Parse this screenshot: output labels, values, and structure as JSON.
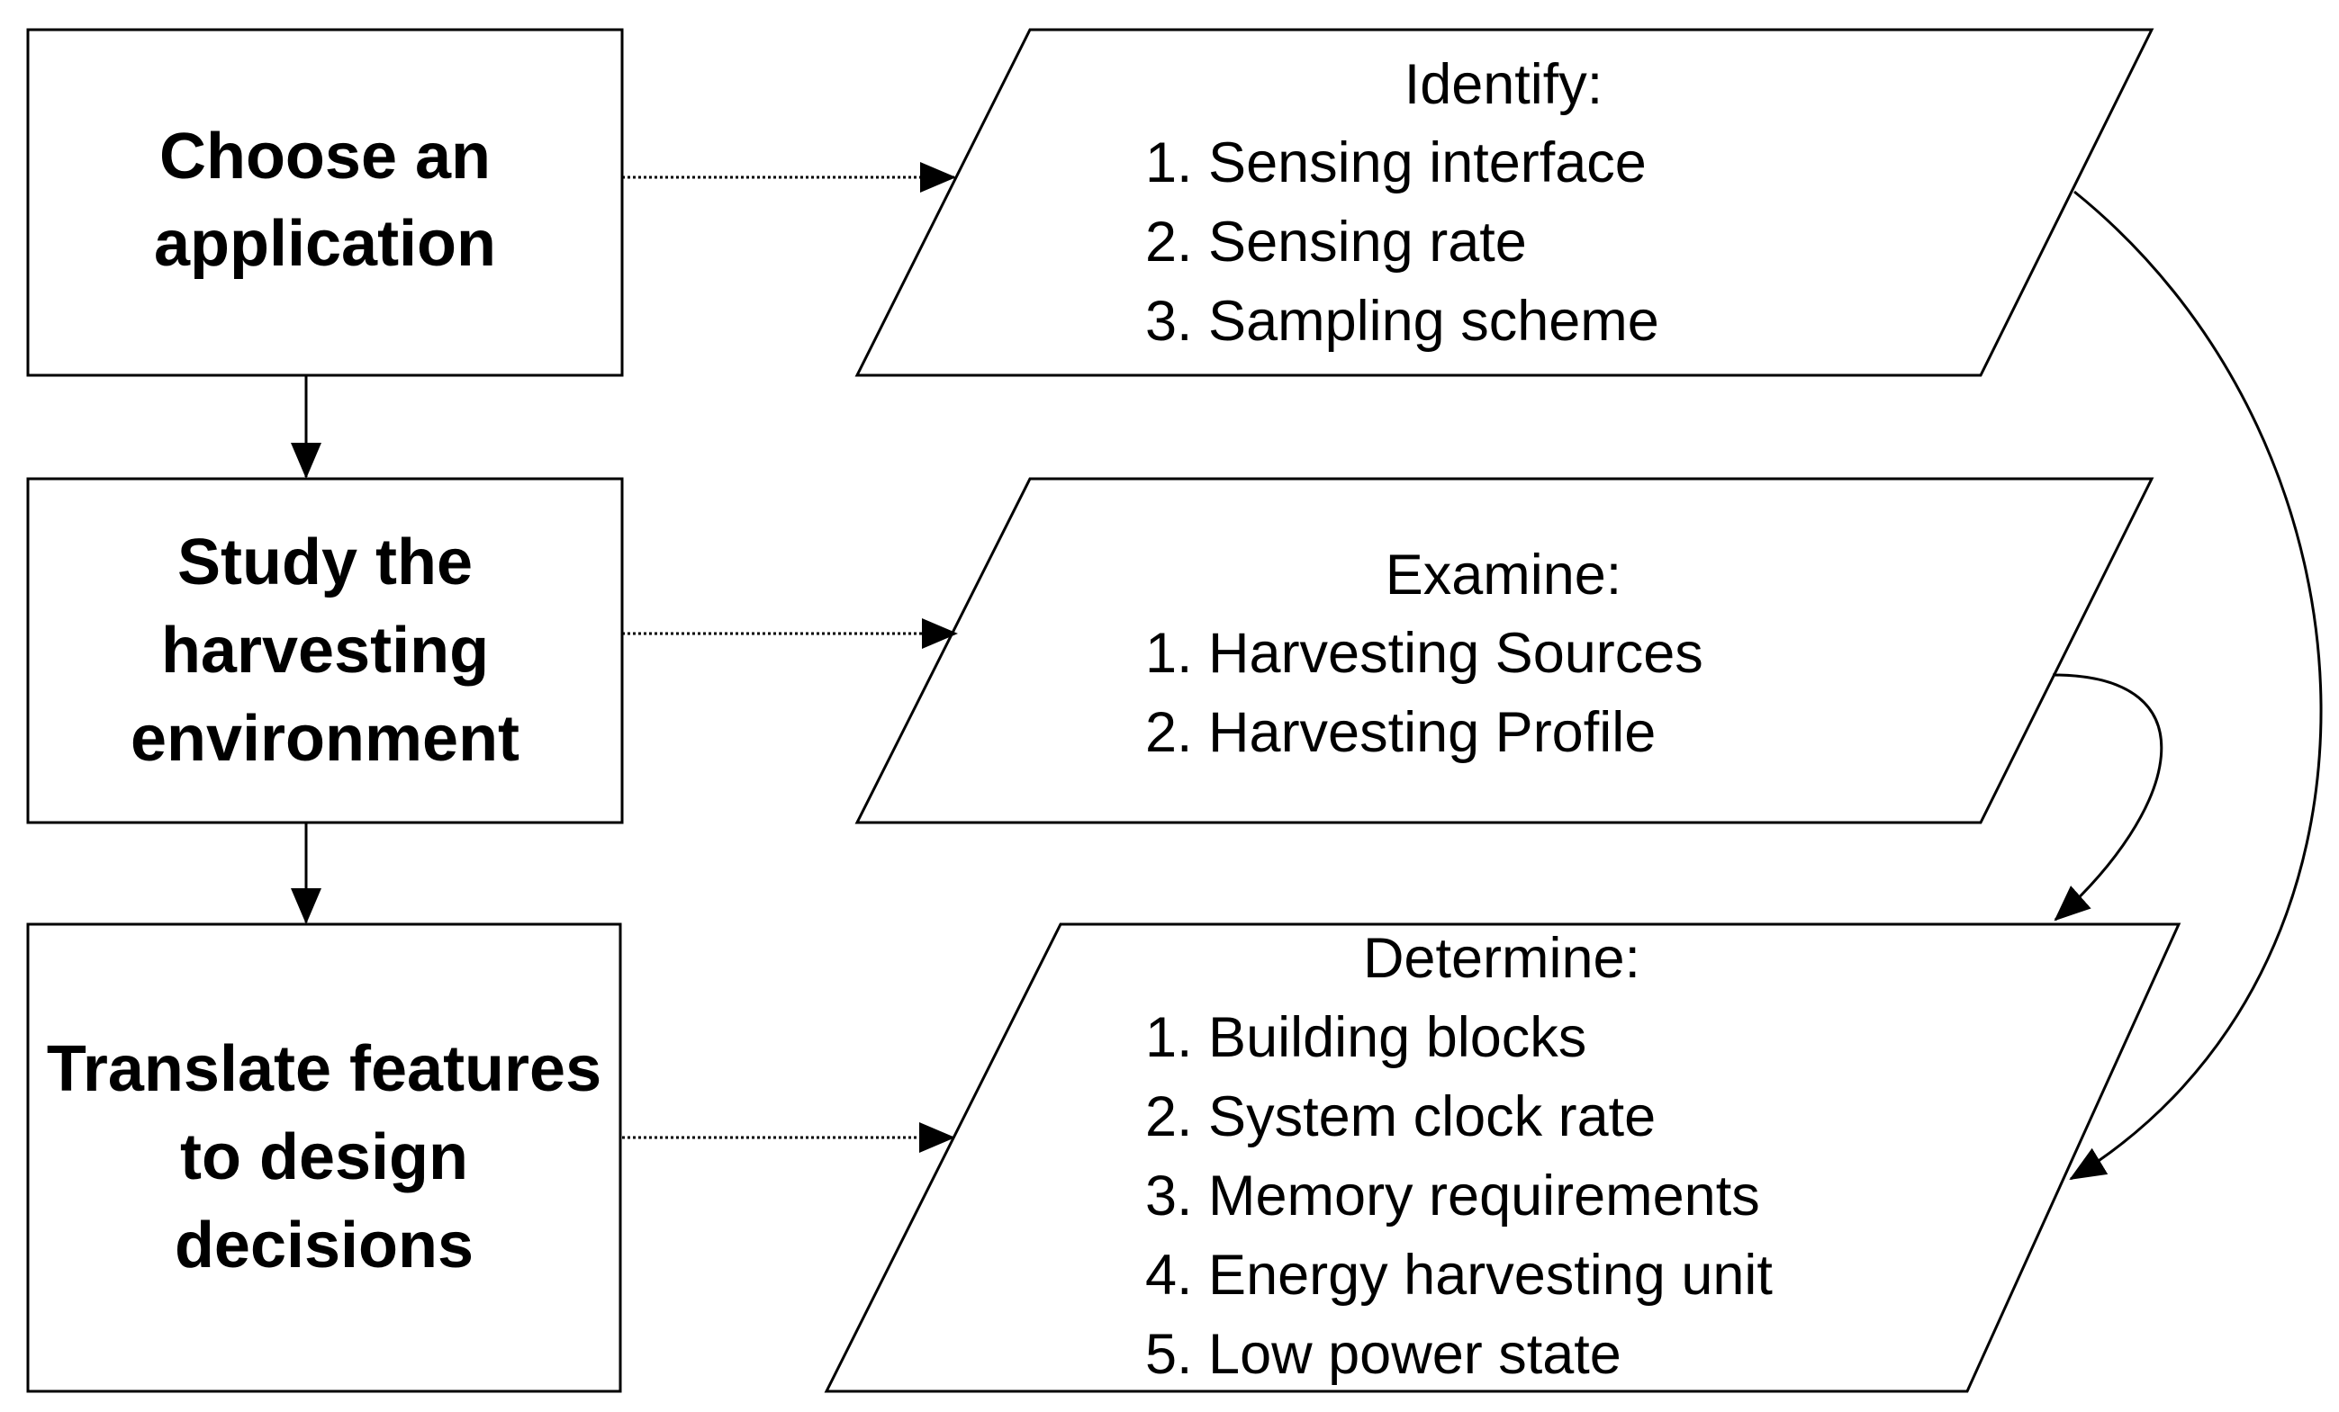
{
  "steps": [
    {
      "lines": [
        "Choose an",
        "application"
      ]
    },
    {
      "lines": [
        "Study the",
        "harvesting",
        "environment"
      ]
    },
    {
      "lines": [
        "Translate features",
        "to design",
        "decisions"
      ]
    }
  ],
  "outcomes": [
    {
      "heading": "Identify:",
      "items": [
        "1. Sensing interface",
        "2. Sensing rate",
        "3. Sampling scheme"
      ]
    },
    {
      "heading": "Examine:",
      "items": [
        "1. Harvesting Sources",
        "2. Harvesting Profile"
      ]
    },
    {
      "heading": "Determine:",
      "items": [
        "1. Building blocks",
        "2. System clock rate",
        "3. Memory requirements",
        "4. Energy harvesting unit",
        "5. Low power state"
      ]
    }
  ],
  "colors": {
    "stroke": "#000000",
    "background": "#ffffff",
    "text": "#000000"
  }
}
